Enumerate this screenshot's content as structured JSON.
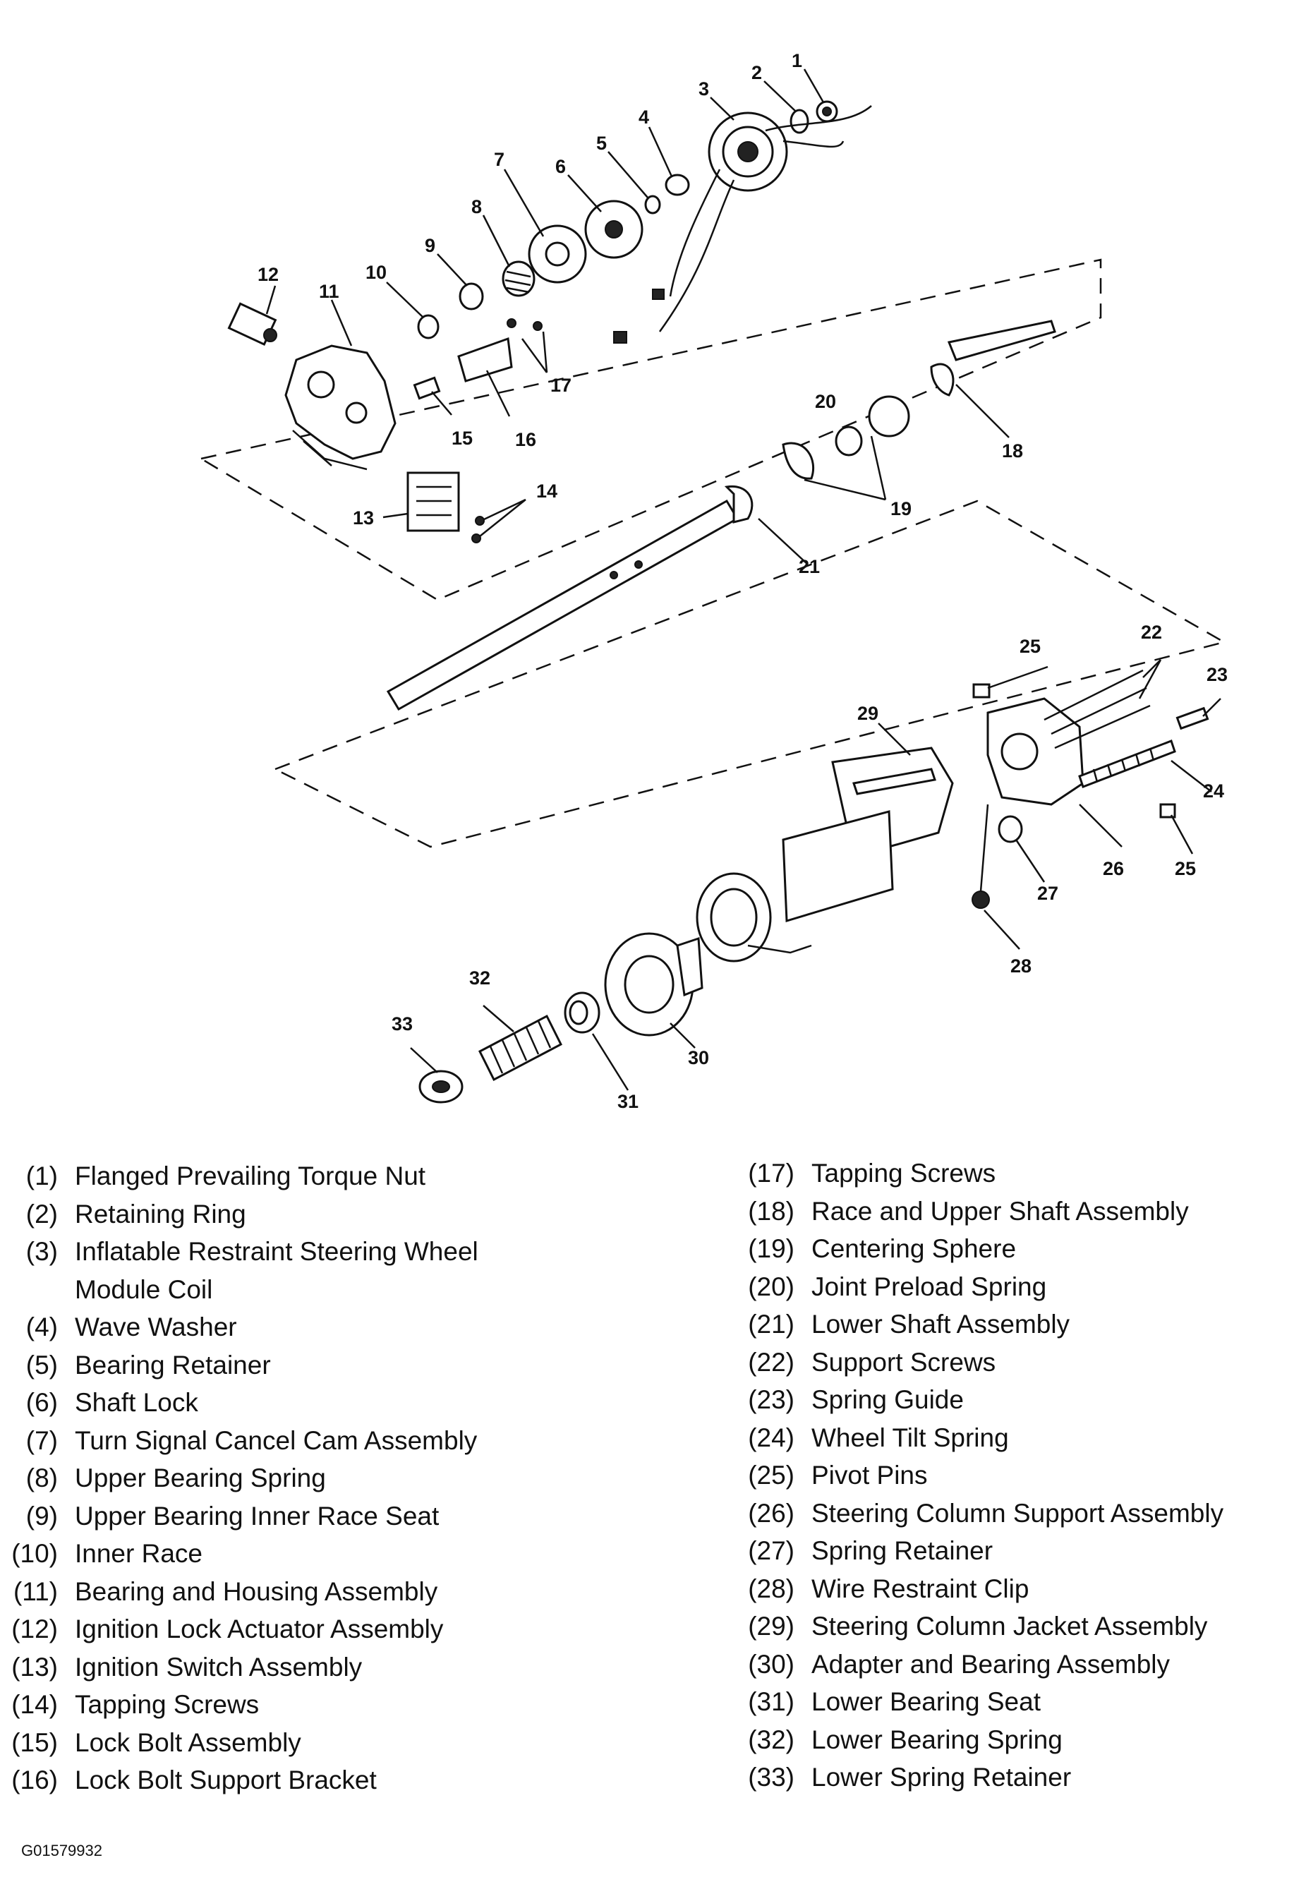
{
  "figure_id": "G01579932",
  "callouts": [
    "1",
    "2",
    "3",
    "4",
    "5",
    "6",
    "7",
    "8",
    "9",
    "10",
    "11",
    "12",
    "13",
    "14",
    "15",
    "16",
    "17",
    "18",
    "19",
    "20",
    "21",
    "22",
    "23",
    "24",
    "25",
    "26",
    "27",
    "28",
    "29",
    "30",
    "31",
    "32",
    "33"
  ],
  "legend_left": [
    {
      "num": "(1)",
      "label": "Flanged Prevailing Torque Nut"
    },
    {
      "num": "(2)",
      "label": "Retaining Ring"
    },
    {
      "num": "(3)",
      "label": "Inflatable Restraint Steering Wheel\nModule Coil"
    },
    {
      "num": "(4)",
      "label": "Wave Washer"
    },
    {
      "num": "(5)",
      "label": "Bearing Retainer"
    },
    {
      "num": "(6)",
      "label": "Shaft Lock"
    },
    {
      "num": "(7)",
      "label": "Turn Signal Cancel Cam Assembly"
    },
    {
      "num": "(8)",
      "label": "Upper Bearing Spring"
    },
    {
      "num": "(9)",
      "label": "Upper Bearing Inner Race Seat"
    },
    {
      "num": "(10)",
      "label": "Inner Race"
    },
    {
      "num": "(11)",
      "label": "Bearing and Housing Assembly"
    },
    {
      "num": "(12)",
      "label": "Ignition Lock Actuator Assembly"
    },
    {
      "num": "(13)",
      "label": "Ignition Switch Assembly"
    },
    {
      "num": "(14)",
      "label": "Tapping Screws"
    },
    {
      "num": "(15)",
      "label": "Lock Bolt Assembly"
    },
    {
      "num": "(16)",
      "label": "Lock Bolt Support Bracket"
    }
  ],
  "legend_right": [
    {
      "num": "(17)",
      "label": "Tapping Screws"
    },
    {
      "num": "(18)",
      "label": "Race and Upper Shaft Assembly"
    },
    {
      "num": "(19)",
      "label": "Centering Sphere"
    },
    {
      "num": "(20)",
      "label": "Joint Preload Spring"
    },
    {
      "num": "(21)",
      "label": "Lower Shaft Assembly"
    },
    {
      "num": "(22)",
      "label": "Support Screws"
    },
    {
      "num": "(23)",
      "label": "Spring Guide"
    },
    {
      "num": "(24)",
      "label": "Wheel Tilt Spring"
    },
    {
      "num": "(25)",
      "label": "Pivot Pins"
    },
    {
      "num": "(26)",
      "label": "Steering Column Support Assembly"
    },
    {
      "num": "(27)",
      "label": "Spring Retainer"
    },
    {
      "num": "(28)",
      "label": "Wire Restraint Clip"
    },
    {
      "num": "(29)",
      "label": "Steering Column Jacket Assembly"
    },
    {
      "num": "(30)",
      "label": "Adapter and Bearing Assembly"
    },
    {
      "num": "(31)",
      "label": "Lower Bearing Seat"
    },
    {
      "num": "(32)",
      "label": "Lower Bearing Spring"
    },
    {
      "num": "(33)",
      "label": "Lower Spring Retainer"
    }
  ]
}
